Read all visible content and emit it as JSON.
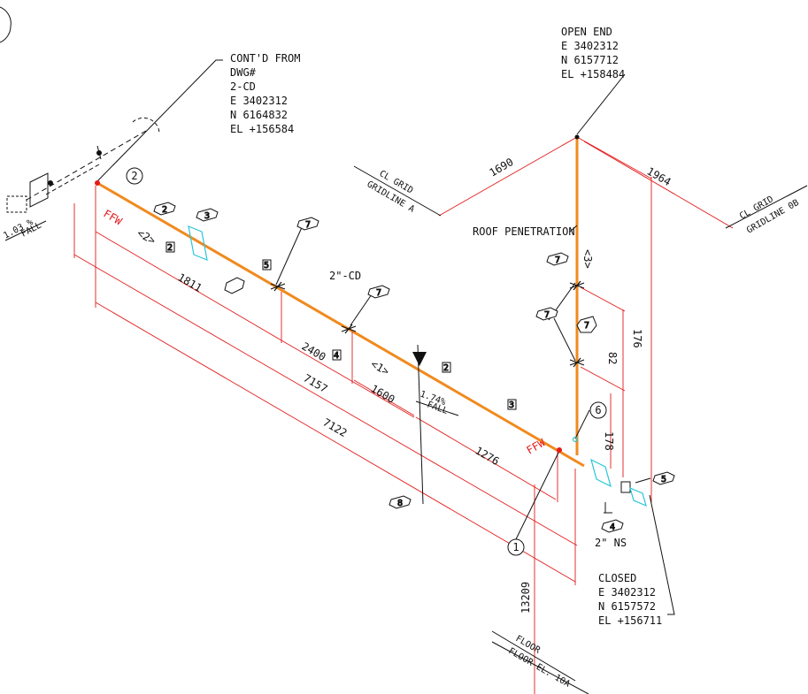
{
  "colors": {
    "pipe": "#f08a1e",
    "dimension": "#e31b1b",
    "fitting": "#29c5d8",
    "ink": "#111111"
  },
  "labels": {
    "contd_from": [
      "CONT'D FROM",
      "DWG#",
      "2-CD",
      "E  3402312",
      "N  6164832",
      "EL  +156584"
    ],
    "open_end": [
      "OPEN END",
      "E  3402312",
      "N  6157712",
      "EL  +158484"
    ],
    "closed": [
      "CLOSED",
      "E  3402312",
      "N  6157572",
      "EL  +156711"
    ],
    "roof_penetration": "ROOF PENETRATION",
    "pipe_size": "2\"-CD",
    "ns_size": "2\" NS",
    "ffw_left": "FFW",
    "ffw_right": "FFW",
    "cl_grid_a": [
      "CL GRID",
      "GRIDLINE A"
    ],
    "cl_grid_0b": [
      "CL GRID",
      "GRIDLINE 0B"
    ],
    "floor": [
      "FLOOR",
      "FLOOR EL. 10A"
    ],
    "fall_left": [
      "1.03 %",
      "FALL"
    ],
    "fall_mid": [
      "1.74%",
      "FALL"
    ]
  },
  "dimensions": {
    "d1811": "1811",
    "d2400": "2400",
    "d1600": "1600",
    "d1276": "1276",
    "d7157": "7157",
    "d7122": "7122",
    "d1690": "1690",
    "d1964": "1964",
    "d82": "82",
    "d176": "176",
    "d178": "178",
    "d13209": "13209"
  },
  "callouts": {
    "c1": "1",
    "c2": "2",
    "c6": "6",
    "h2": "2",
    "h3": "3",
    "h4": "4",
    "h5": "5",
    "h7a": "7",
    "h7b": "7",
    "h7c": "7",
    "h7d": "7",
    "h7e": "7",
    "h8": "8",
    "s2a": "<2>",
    "s1": "<1>",
    "s3": "<3>",
    "b2": "2",
    "b5": "5",
    "b4": "4",
    "b2b": "2",
    "b3": "3"
  }
}
